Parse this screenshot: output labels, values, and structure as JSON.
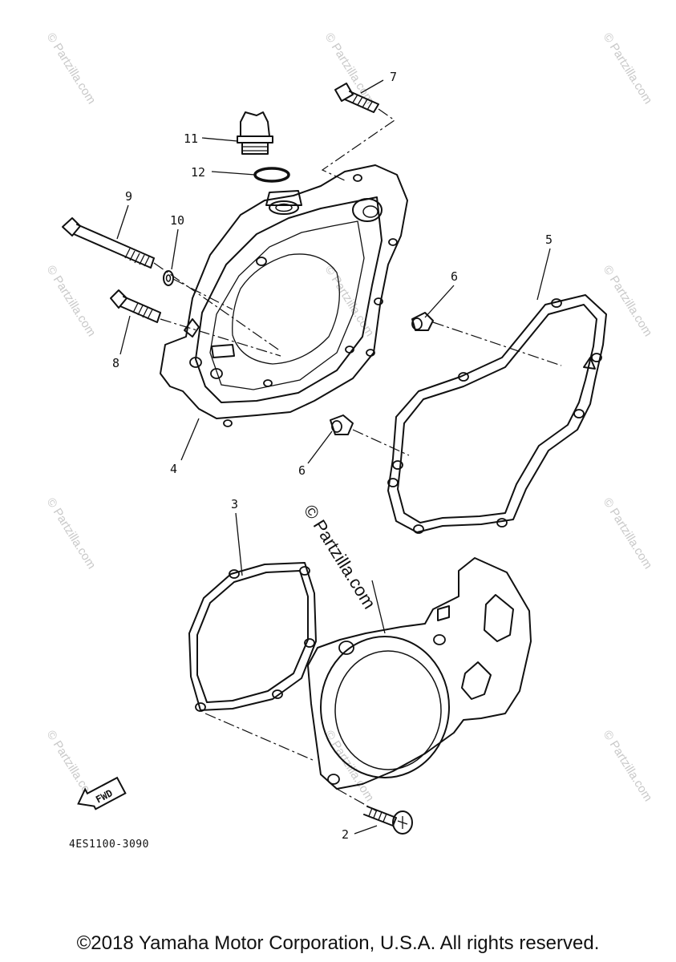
{
  "callouts": [
    {
      "id": "2",
      "label": "2"
    },
    {
      "id": "3",
      "label": "3"
    },
    {
      "id": "4",
      "label": "4"
    },
    {
      "id": "5",
      "label": "5"
    },
    {
      "id": "6a",
      "label": "6"
    },
    {
      "id": "6b",
      "label": "6"
    },
    {
      "id": "7",
      "label": "7"
    },
    {
      "id": "8",
      "label": "8"
    },
    {
      "id": "9",
      "label": "9"
    },
    {
      "id": "10",
      "label": "10"
    },
    {
      "id": "11",
      "label": "11"
    },
    {
      "id": "12",
      "label": "12"
    }
  ],
  "watermark_text": "© Partzilla.com",
  "diagram_code": "4ES1100-3090",
  "fwd_label": "FWD",
  "copyright": "©2018 Yamaha Motor Corporation, U.S.A. All rights reserved."
}
